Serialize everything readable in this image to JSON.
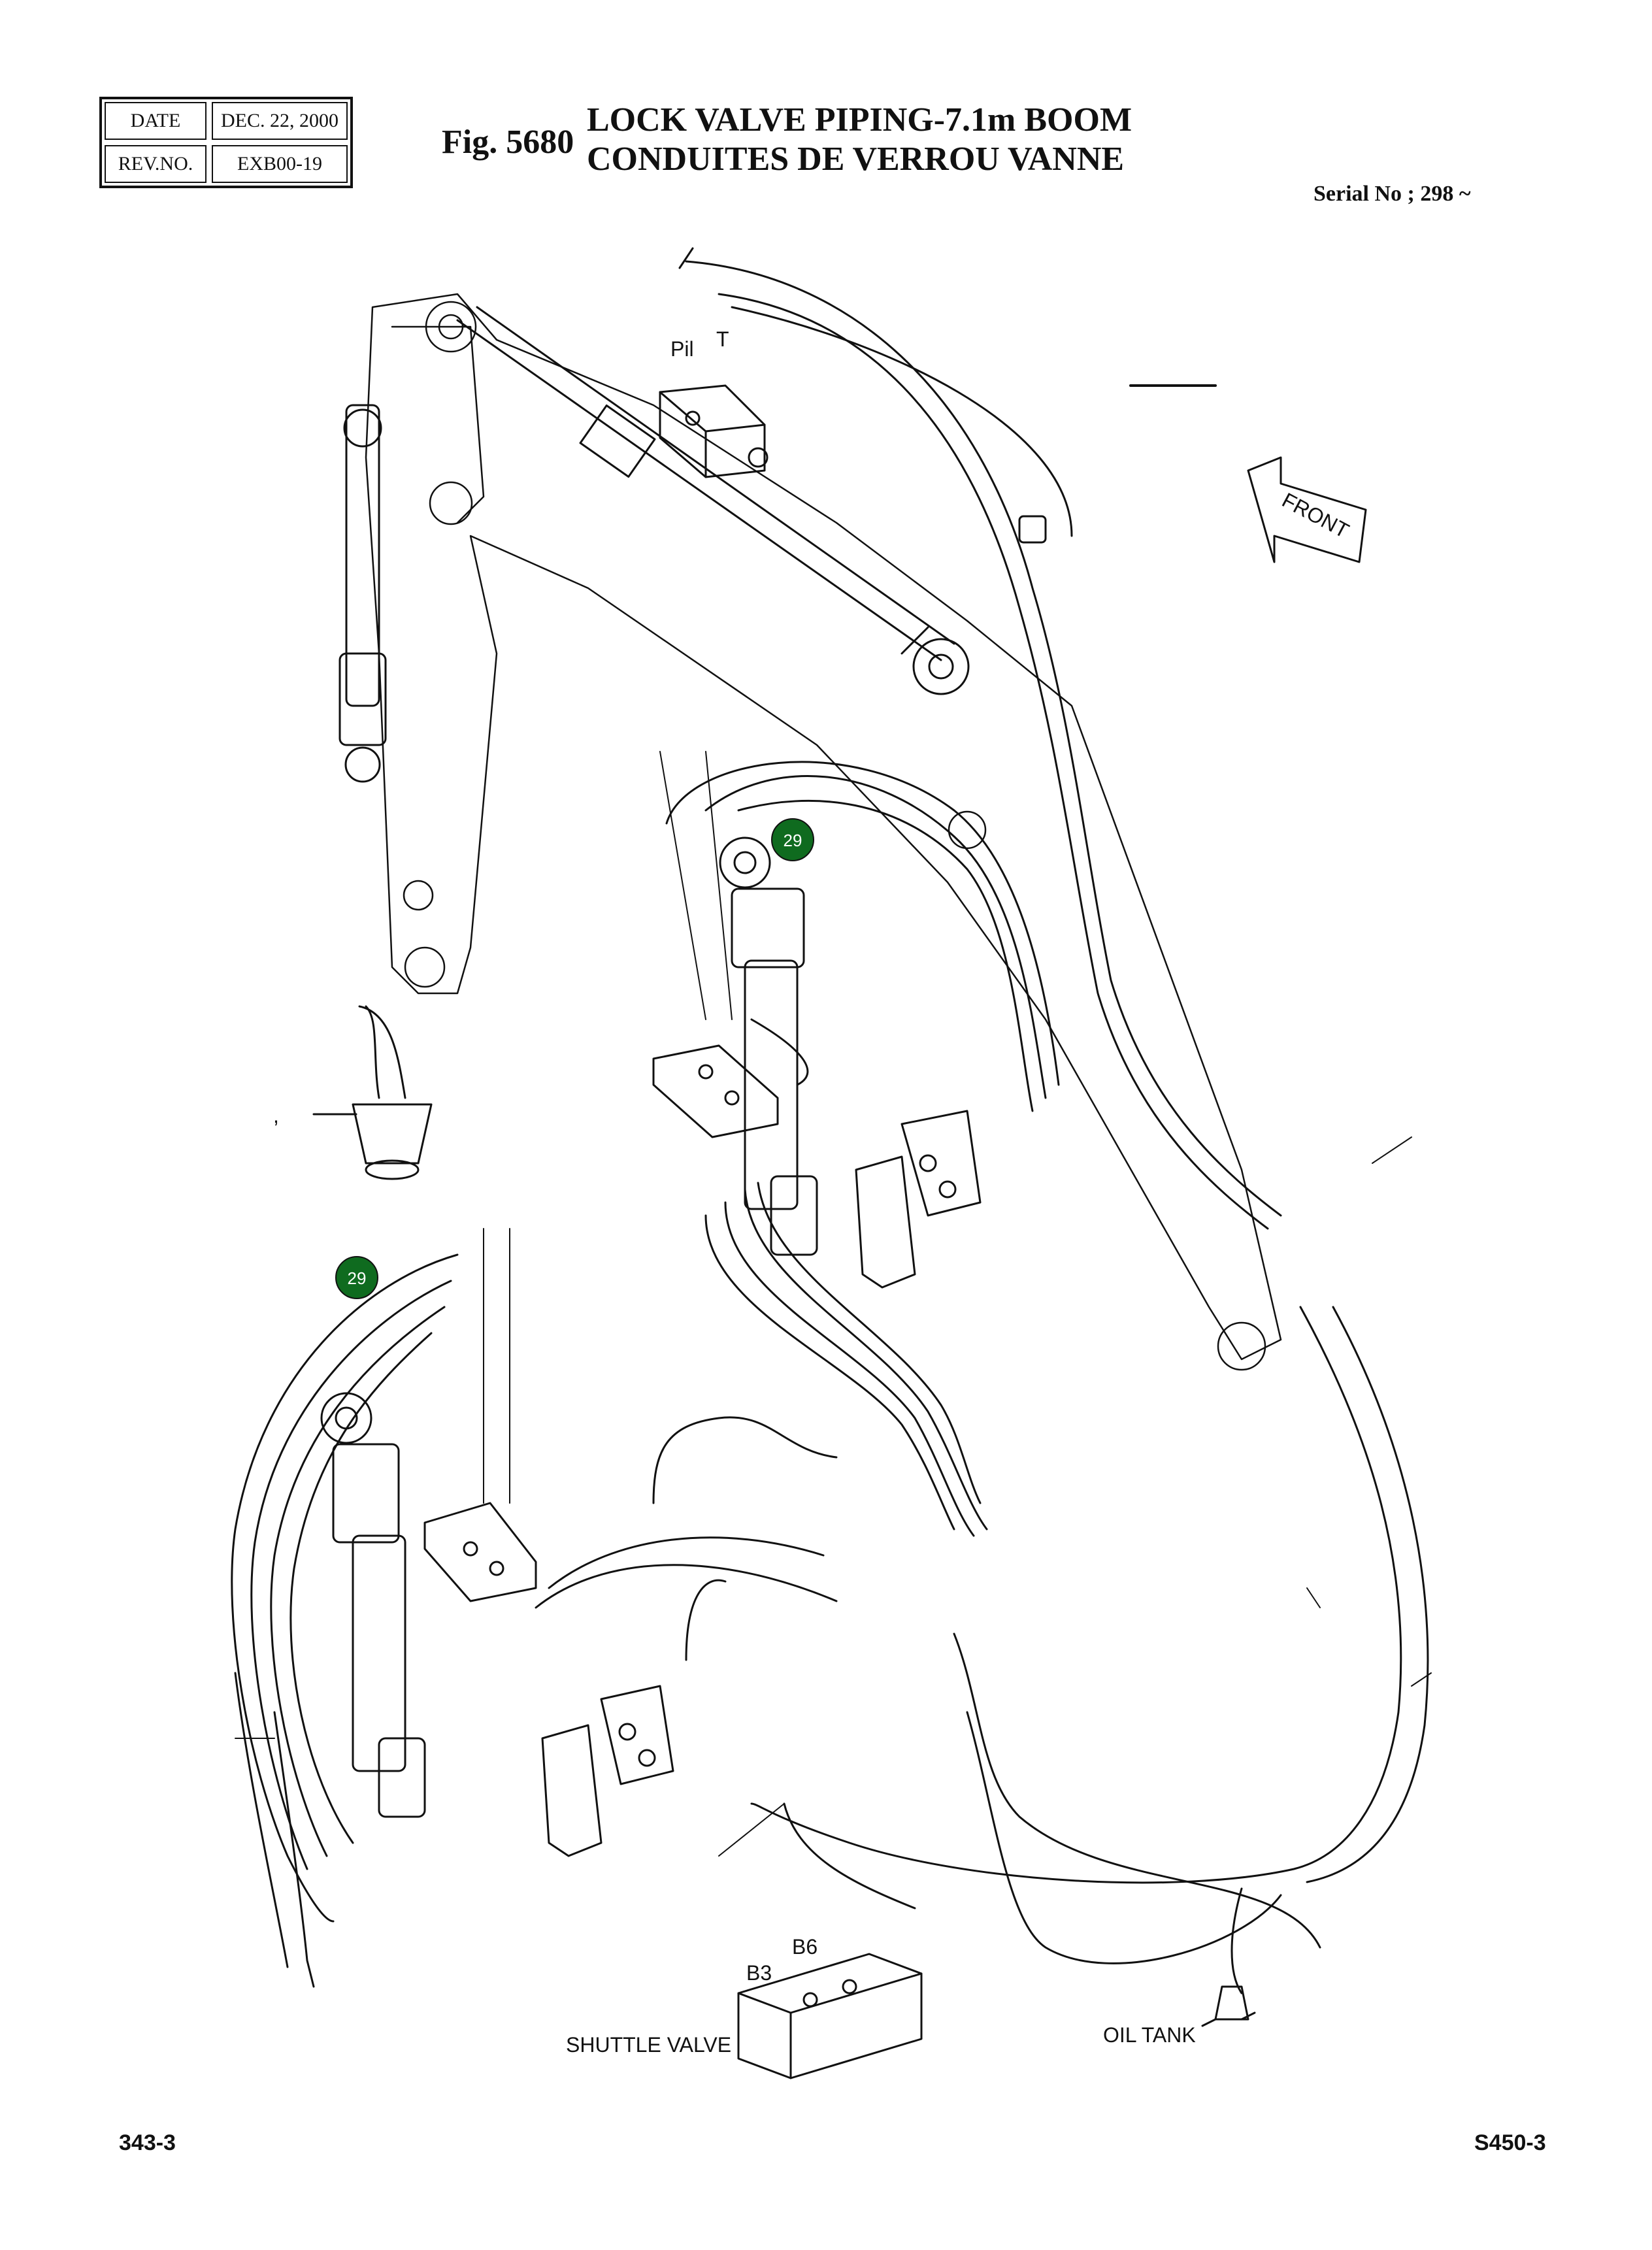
{
  "header": {
    "date_label": "DATE",
    "date_value": "DEC. 22, 2000",
    "rev_label": "REV.NO.",
    "rev_value": "EXB00-19",
    "fig_number": "Fig. 5680",
    "title_en": "LOCK VALVE PIPING-7.1m BOOM",
    "title_fr": "CONDUITES DE VERROU VANNE",
    "serial": "Serial No ; 298 ~"
  },
  "labels": {
    "pil": "Pil",
    "t": "T",
    "front": "FRONT",
    "b6": "B6",
    "b3": "B3",
    "shuttle_valve": "SHUTTLE VALVE",
    "oil_tank": "OIL TANK",
    "comma": ","
  },
  "callouts": [
    {
      "number": "29"
    },
    {
      "number": "29"
    }
  ],
  "colors": {
    "callout_fill": "#0f6b1f",
    "line": "#111111"
  },
  "footer": {
    "page_left": "343-3",
    "page_right": "S450-3"
  }
}
